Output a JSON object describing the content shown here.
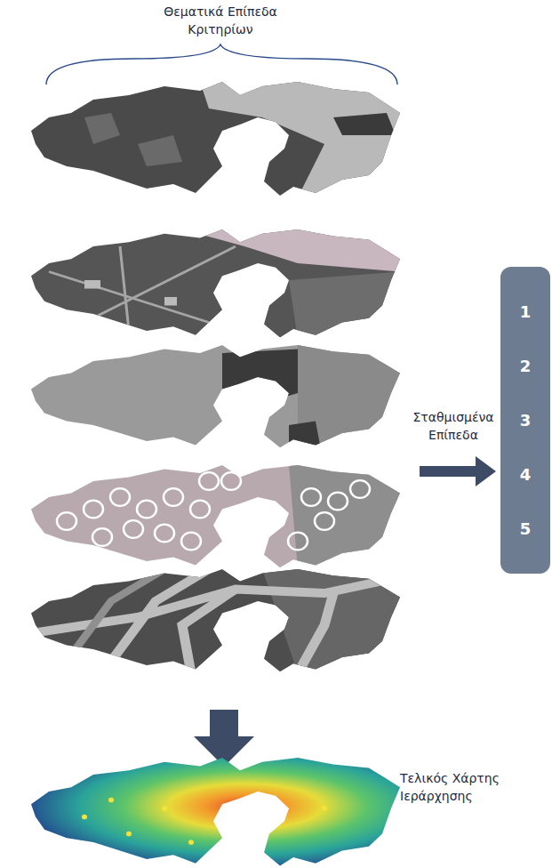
{
  "diagram": {
    "title": "Θεματικά Επίπεδα Κριτηρίων",
    "nodes": [
      {
        "text": [
          "1",
          "2",
          "3",
          "4",
          "5"
        ]
      }
    ],
    "labels": [
      "Σταθμισμένα Επίπεδα",
      "Τελικός Χάρτης Ιεράρχησης"
    ]
  }
}
